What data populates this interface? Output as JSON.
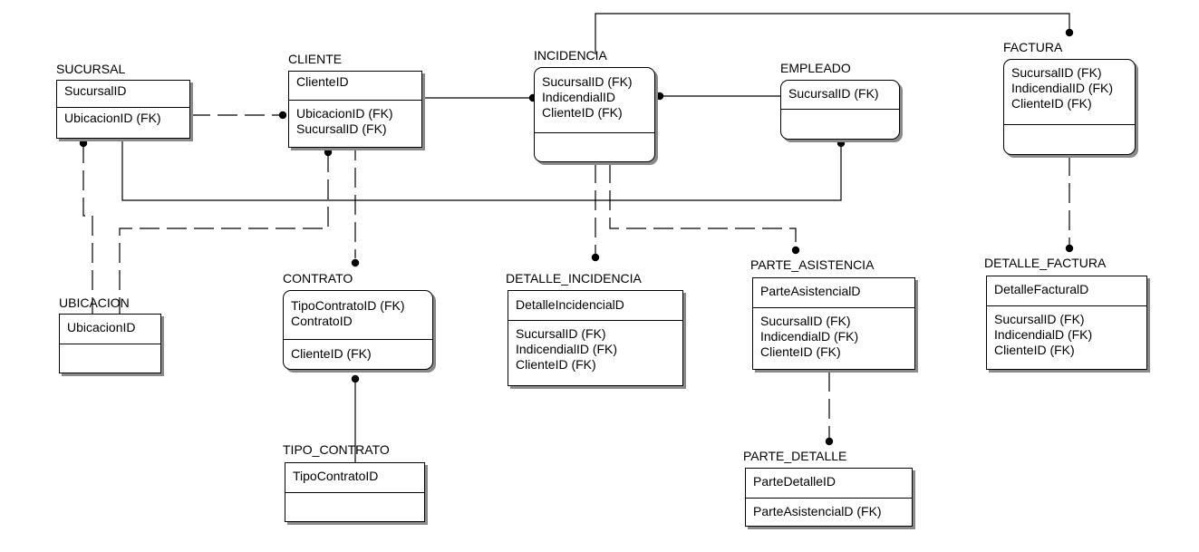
{
  "entities": {
    "sucursal": {
      "name": "SUCURSAL",
      "pk": [
        "SucursalID"
      ],
      "attrs": [
        "UbicacionID (FK)"
      ]
    },
    "cliente": {
      "name": "CLIENTE",
      "pk": [
        "ClienteID"
      ],
      "attrs": [
        "UbicacionID (FK)",
        "SucursalID (FK)"
      ]
    },
    "incidencia": {
      "name": "INCIDENCIA",
      "pk": [
        "SucursalID (FK)",
        "IndicendialID",
        "ClienteID (FK)"
      ],
      "attrs": []
    },
    "empleado": {
      "name": "EMPLEADO",
      "pk": [
        "SucursalID (FK)"
      ],
      "attrs": []
    },
    "factura": {
      "name": "FACTURA",
      "pk": [
        "SucursalID (FK)",
        "IndicendialID (FK)",
        "ClienteID (FK)"
      ],
      "attrs": []
    },
    "ubicacion": {
      "name": "UBICACION",
      "pk": [
        "UbicacionID"
      ],
      "attrs": []
    },
    "contrato": {
      "name": "CONTRATO",
      "pk": [
        "TipoContratoID (FK)",
        "ContratoID"
      ],
      "attrs": [
        "ClienteID (FK)"
      ]
    },
    "detalle_incidencia": {
      "name": "DETALLE_INCIDENCIA",
      "pk": [
        "DetalleIncidencialD"
      ],
      "attrs": [
        "SucursalID (FK)",
        "IndicendialID (FK)",
        "ClienteID (FK)"
      ]
    },
    "parte_asistencia": {
      "name": "PARTE_ASISTENCIA",
      "pk": [
        "ParteAsistencialD"
      ],
      "attrs": [
        "SucursalID (FK)",
        "IndicendialD (FK)",
        "ClienteID (FK)"
      ]
    },
    "detalle_factura": {
      "name": "DETALLE_FACTURA",
      "pk": [
        "DetalleFacturalD"
      ],
      "attrs": [
        "SucursalID (FK)",
        "IndicendialD (FK)",
        "ClienteID (FK)"
      ]
    },
    "tipo_contrato": {
      "name": "TIPO_CONTRATO",
      "pk": [
        "TipoContratoID"
      ],
      "attrs": []
    },
    "parte_detalle": {
      "name": "PARTE_DETALLE",
      "pk": [
        "ParteDetalleID"
      ],
      "attrs": [
        "ParteAsistencialD (FK)"
      ]
    }
  },
  "colors": {
    "line": "#000000",
    "shadow": "#8a8a8a",
    "background": "#ffffff"
  }
}
